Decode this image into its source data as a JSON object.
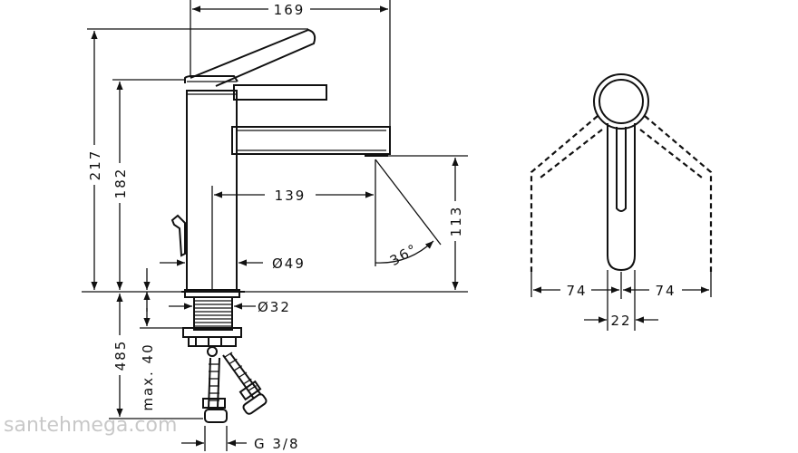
{
  "dimensions": {
    "overall_projection": "169",
    "height_total": "217",
    "height_to_handle": "182",
    "spout_projection": "139",
    "spout_height": "113",
    "spout_angle": "36°",
    "body_diameter": "Ø49",
    "shank_diameter": "Ø32",
    "below_deck_length": "485",
    "max_deck_thickness": "max. 40",
    "connection_thread": "G 3/8",
    "handle_swing_left": "74",
    "handle_swing_right": "74",
    "handle_width": "22"
  },
  "watermark": "santehmega.com"
}
